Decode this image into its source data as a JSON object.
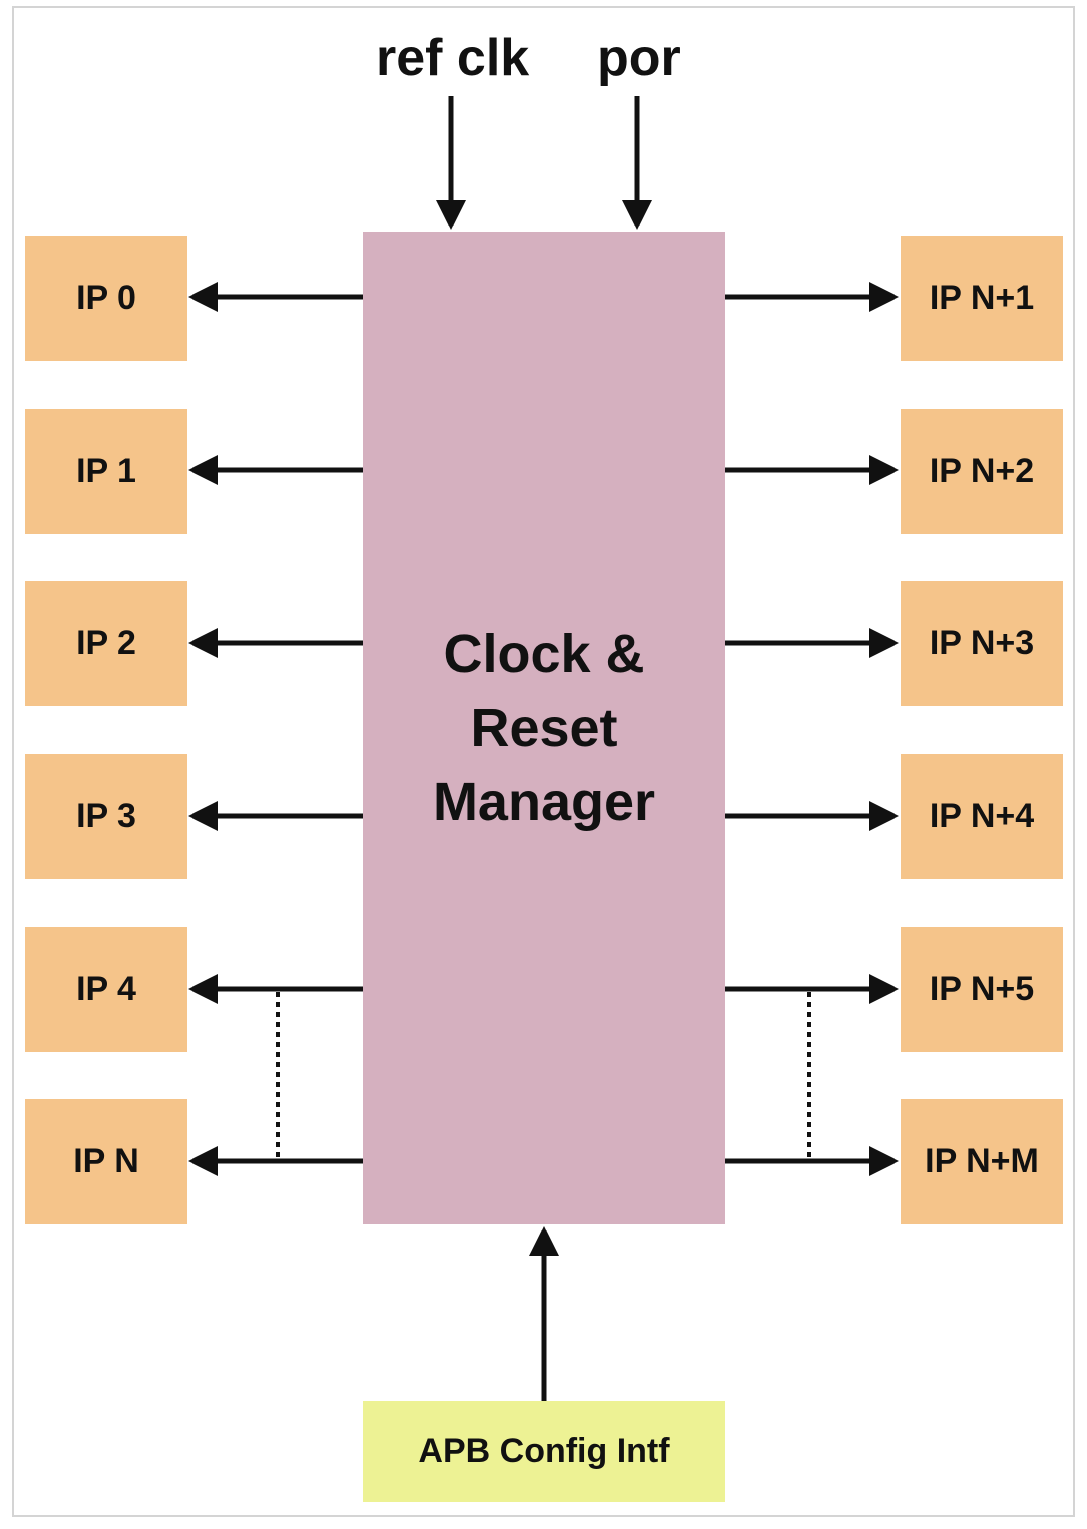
{
  "diagram": {
    "inputs": {
      "ref_clk": "ref clk",
      "por": "por"
    },
    "core_lines": [
      "Clock &",
      "Reset",
      "Manager"
    ],
    "left_ips": [
      "IP 0",
      "IP 1",
      "IP 2",
      "IP 3",
      "IP 4",
      "IP N"
    ],
    "right_ips": [
      "IP N+1",
      "IP N+2",
      "IP N+3",
      "IP N+4",
      "IP N+5",
      "IP N+M"
    ],
    "config": "APB Config Intf",
    "colors": {
      "ip_fill": "#f5c48a",
      "core_fill": "#d5b0bf",
      "config_fill": "#edf294",
      "arrow": "#111111"
    }
  }
}
